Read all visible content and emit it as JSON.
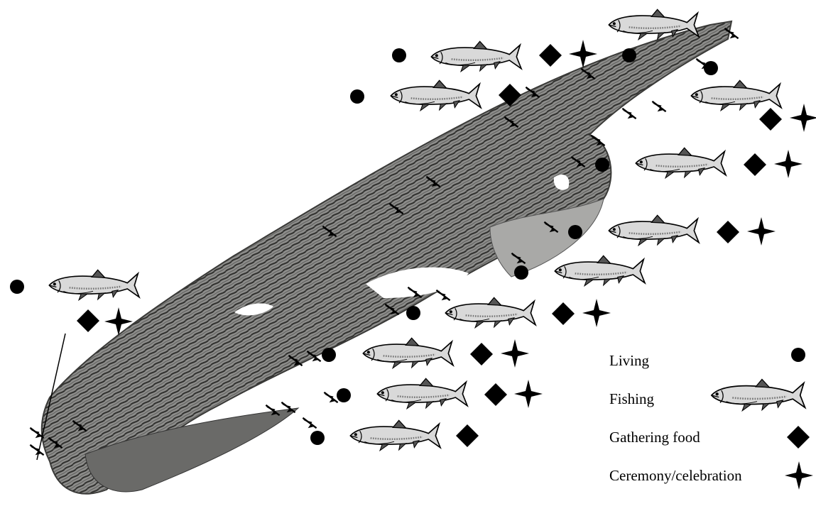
{
  "legend": {
    "items": [
      {
        "label": "Living",
        "symbol": "circle-icon"
      },
      {
        "label": "Fishing",
        "symbol": "fish-icon"
      },
      {
        "label": "Gathering food",
        "symbol": "diamond-icon"
      },
      {
        "label": "Ceremony/celebration",
        "symbol": "star-icon"
      }
    ]
  },
  "colors": {
    "terrain": "#8a8a88",
    "terrain_dark": "#3c3c3a",
    "symbol": "#000000",
    "fish_body": "#d8d8d8"
  }
}
